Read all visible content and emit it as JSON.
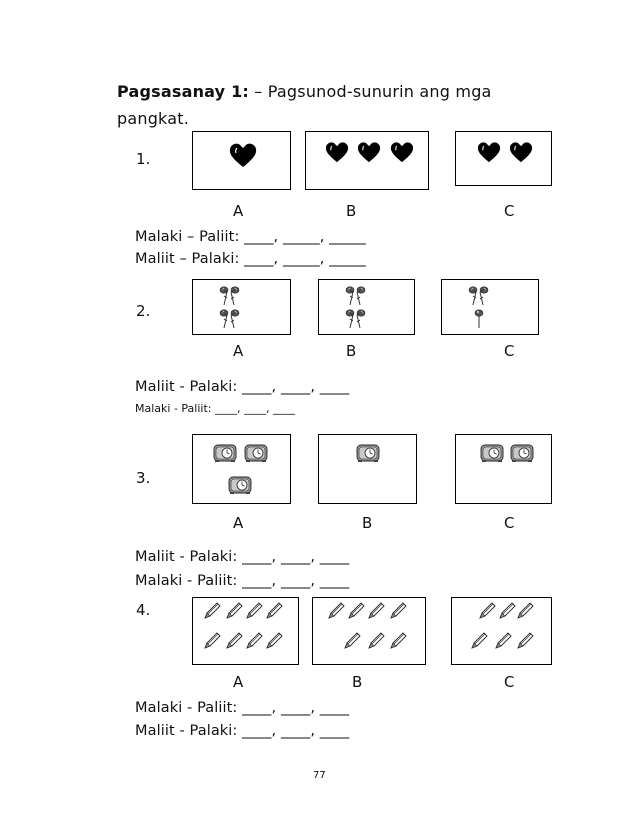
{
  "title": {
    "bold": "Pagsasanay 1:",
    "rest": " – Pagsunod-sunurin ang mga pangkat."
  },
  "items": [
    {
      "number": "1.",
      "letters": [
        "A",
        "B",
        "C"
      ],
      "counts": [
        1,
        3,
        2
      ],
      "icon": "heart-icon",
      "lines": [
        "Malaki – Paliit: ____, _____, _____",
        "Maliit – Palaki: ____, _____, _____"
      ]
    },
    {
      "number": "2.",
      "letters": [
        "A",
        "B",
        "C"
      ],
      "counts": [
        4,
        4,
        3
      ],
      "icon": "flower-icon",
      "lines": [
        "Maliit - Palaki: ____, ____, ____",
        "Malaki - Paliit: ____, ____, ____"
      ]
    },
    {
      "number": "3.",
      "letters": [
        "A",
        "B",
        "C"
      ],
      "counts": [
        3,
        1,
        2
      ],
      "icon": "clock-icon",
      "lines": [
        "Maliit - Palaki: ____, ____, ____",
        "Malaki - Paliit: ____, ____, ____"
      ]
    },
    {
      "number": "4.",
      "letters": [
        "A",
        "B",
        "C"
      ],
      "counts": [
        8,
        7,
        6
      ],
      "icon": "pencil-icon",
      "lines": [
        "Malaki - Paliit: ____, ____, ____",
        "Maliit - Palaki: ____, ____, ____"
      ]
    }
  ],
  "page_number": "77"
}
